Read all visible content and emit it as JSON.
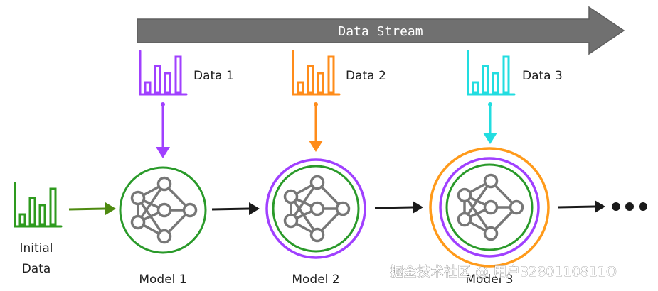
{
  "stream": {
    "label": "Data Stream",
    "color": "#707070"
  },
  "datasets": [
    {
      "label": "Data 1",
      "color": "#a040ff"
    },
    {
      "label": "Data 2",
      "color": "#ff8c1a"
    },
    {
      "label": "Data 3",
      "color": "#22dde0"
    }
  ],
  "initial": {
    "line1": "Initial",
    "line2": "Data",
    "color": "#2e9a1e",
    "arrow_color": "#4e8a10"
  },
  "models": [
    {
      "label": "Model 1",
      "rings": [
        "#2a9a2a"
      ]
    },
    {
      "label": "Model 2",
      "rings": [
        "#2a9a2a",
        "#a040ff"
      ]
    },
    {
      "label": "Model 3",
      "rings": [
        "#2a9a2a",
        "#a040ff",
        "#ff9a1a"
      ]
    }
  ],
  "node_color": "#777777",
  "watermark": "掘金技术社区 @ 用户3280110811O"
}
